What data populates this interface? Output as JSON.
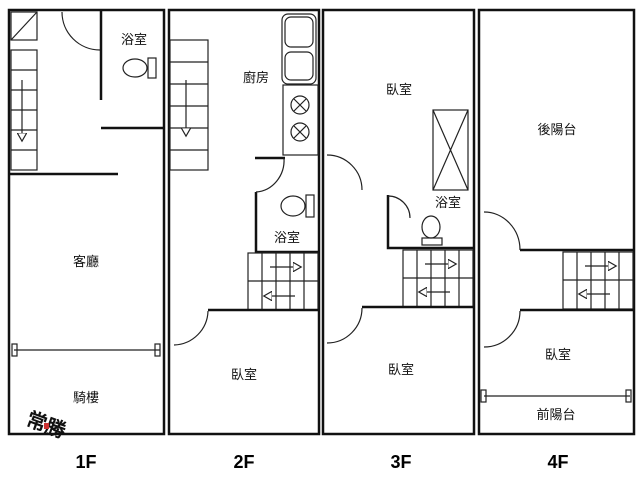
{
  "floors": [
    {
      "label": "1F",
      "rooms": [
        "浴室",
        "客廳",
        "騎樓"
      ]
    },
    {
      "label": "2F",
      "rooms": [
        "廚房",
        "浴室",
        "臥室"
      ]
    },
    {
      "label": "3F",
      "rooms": [
        "臥室",
        "浴室",
        "臥室"
      ]
    },
    {
      "label": "4F",
      "rooms": [
        "後陽台",
        "臥室",
        "前陽台"
      ]
    }
  ],
  "logo": {
    "text": "常勝"
  }
}
